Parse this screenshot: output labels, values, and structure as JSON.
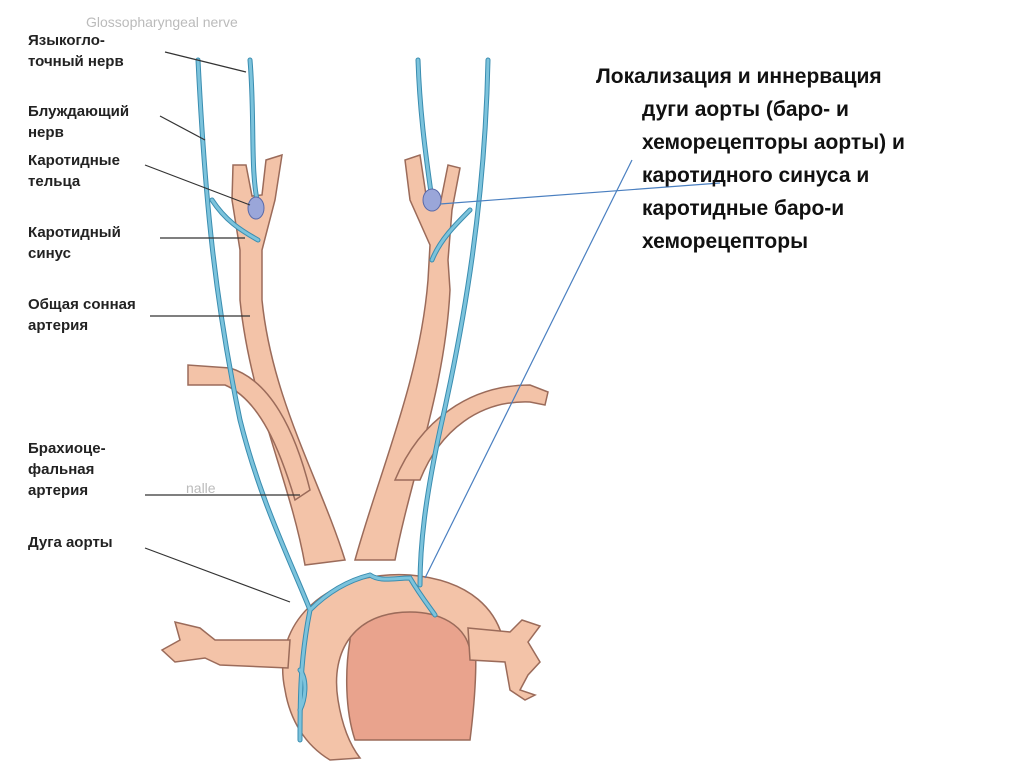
{
  "labels": {
    "glossopharyngeal": "Языкогло-\nточный нерв",
    "vagus": "Блуждающий\nнерв",
    "carotid_bodies": "Каротидные\nтельца",
    "carotid_sinus": "Каротидный\nсинус",
    "common_carotid": "Общая сонная\nартерия",
    "brachiocephalic": "Брахиоце-\nфальная\nартерия",
    "aortic_arch": "Дуга аорты"
  },
  "title_lines": [
    "Локализация и иннервация",
    "дуги аорты (баро- и",
    "хеморецепторы аорты) и",
    "каротидного синуса и",
    "каротидные баро-и",
    "хеморецепторы"
  ],
  "colors": {
    "artery": "#f3c3a8",
    "artery_dark": "#e0937a",
    "aorta_inner": "#e9a38d",
    "nerve": "#7cc3dc",
    "nerve_edge": "#3a8db0",
    "receptor": "#9aa6d9"
  }
}
